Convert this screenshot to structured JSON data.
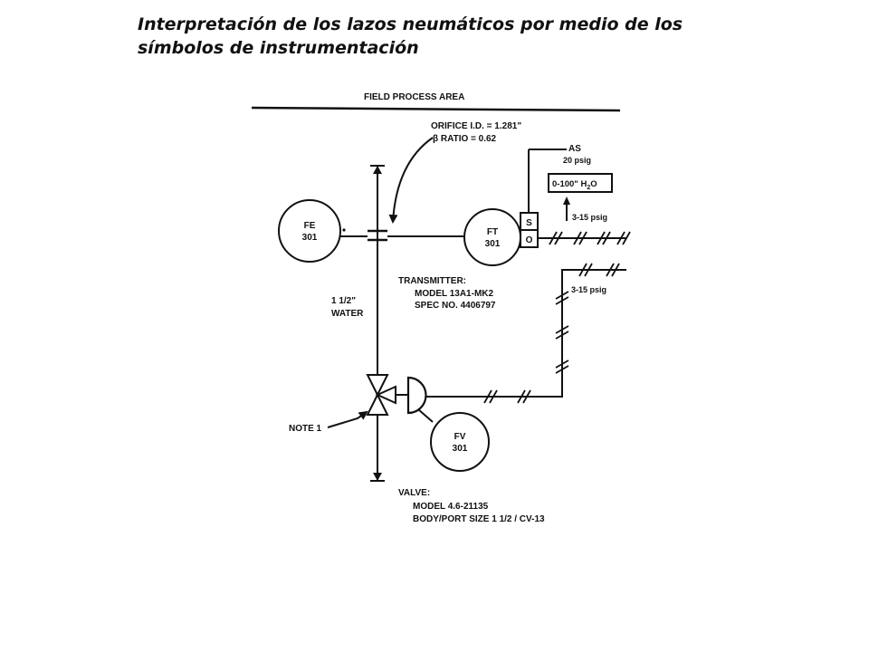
{
  "title": {
    "line1": "Interpretación de los lazos neumáticos por medio de los",
    "line2": "símbolos de instrumentación"
  },
  "diagram": {
    "area_label": "FIELD PROCESS AREA",
    "orifice": {
      "line1": "ORIFICE I.D. = 1.281\"",
      "line2": "β  RATIO = 0.62"
    },
    "fe": {
      "tag": "FE",
      "number": "301"
    },
    "ft": {
      "tag": "FT",
      "number": "301"
    },
    "fv": {
      "tag": "FV",
      "number": "301"
    },
    "supply": {
      "label": "AS",
      "pressure": "20 psig"
    },
    "range_box": {
      "text": "0-100\" H",
      "sub": "2",
      "end": "O"
    },
    "ft_ports": {
      "s": "S",
      "o": "O"
    },
    "signal_1": "3-15 psig",
    "signal_2": "3-15 psig",
    "line_size": {
      "line1": "1 1/2\"",
      "line2": "WATER"
    },
    "transmitter": {
      "heading": "TRANSMITTER:",
      "model": "MODEL 13A1-MK2",
      "spec": "SPEC NO. 4406797"
    },
    "note": "NOTE 1",
    "valve": {
      "heading": "VALVE:",
      "model": "MODEL 4.6-21135",
      "body": "BODY/PORT SIZE 1 1/2 / CV-13"
    }
  }
}
